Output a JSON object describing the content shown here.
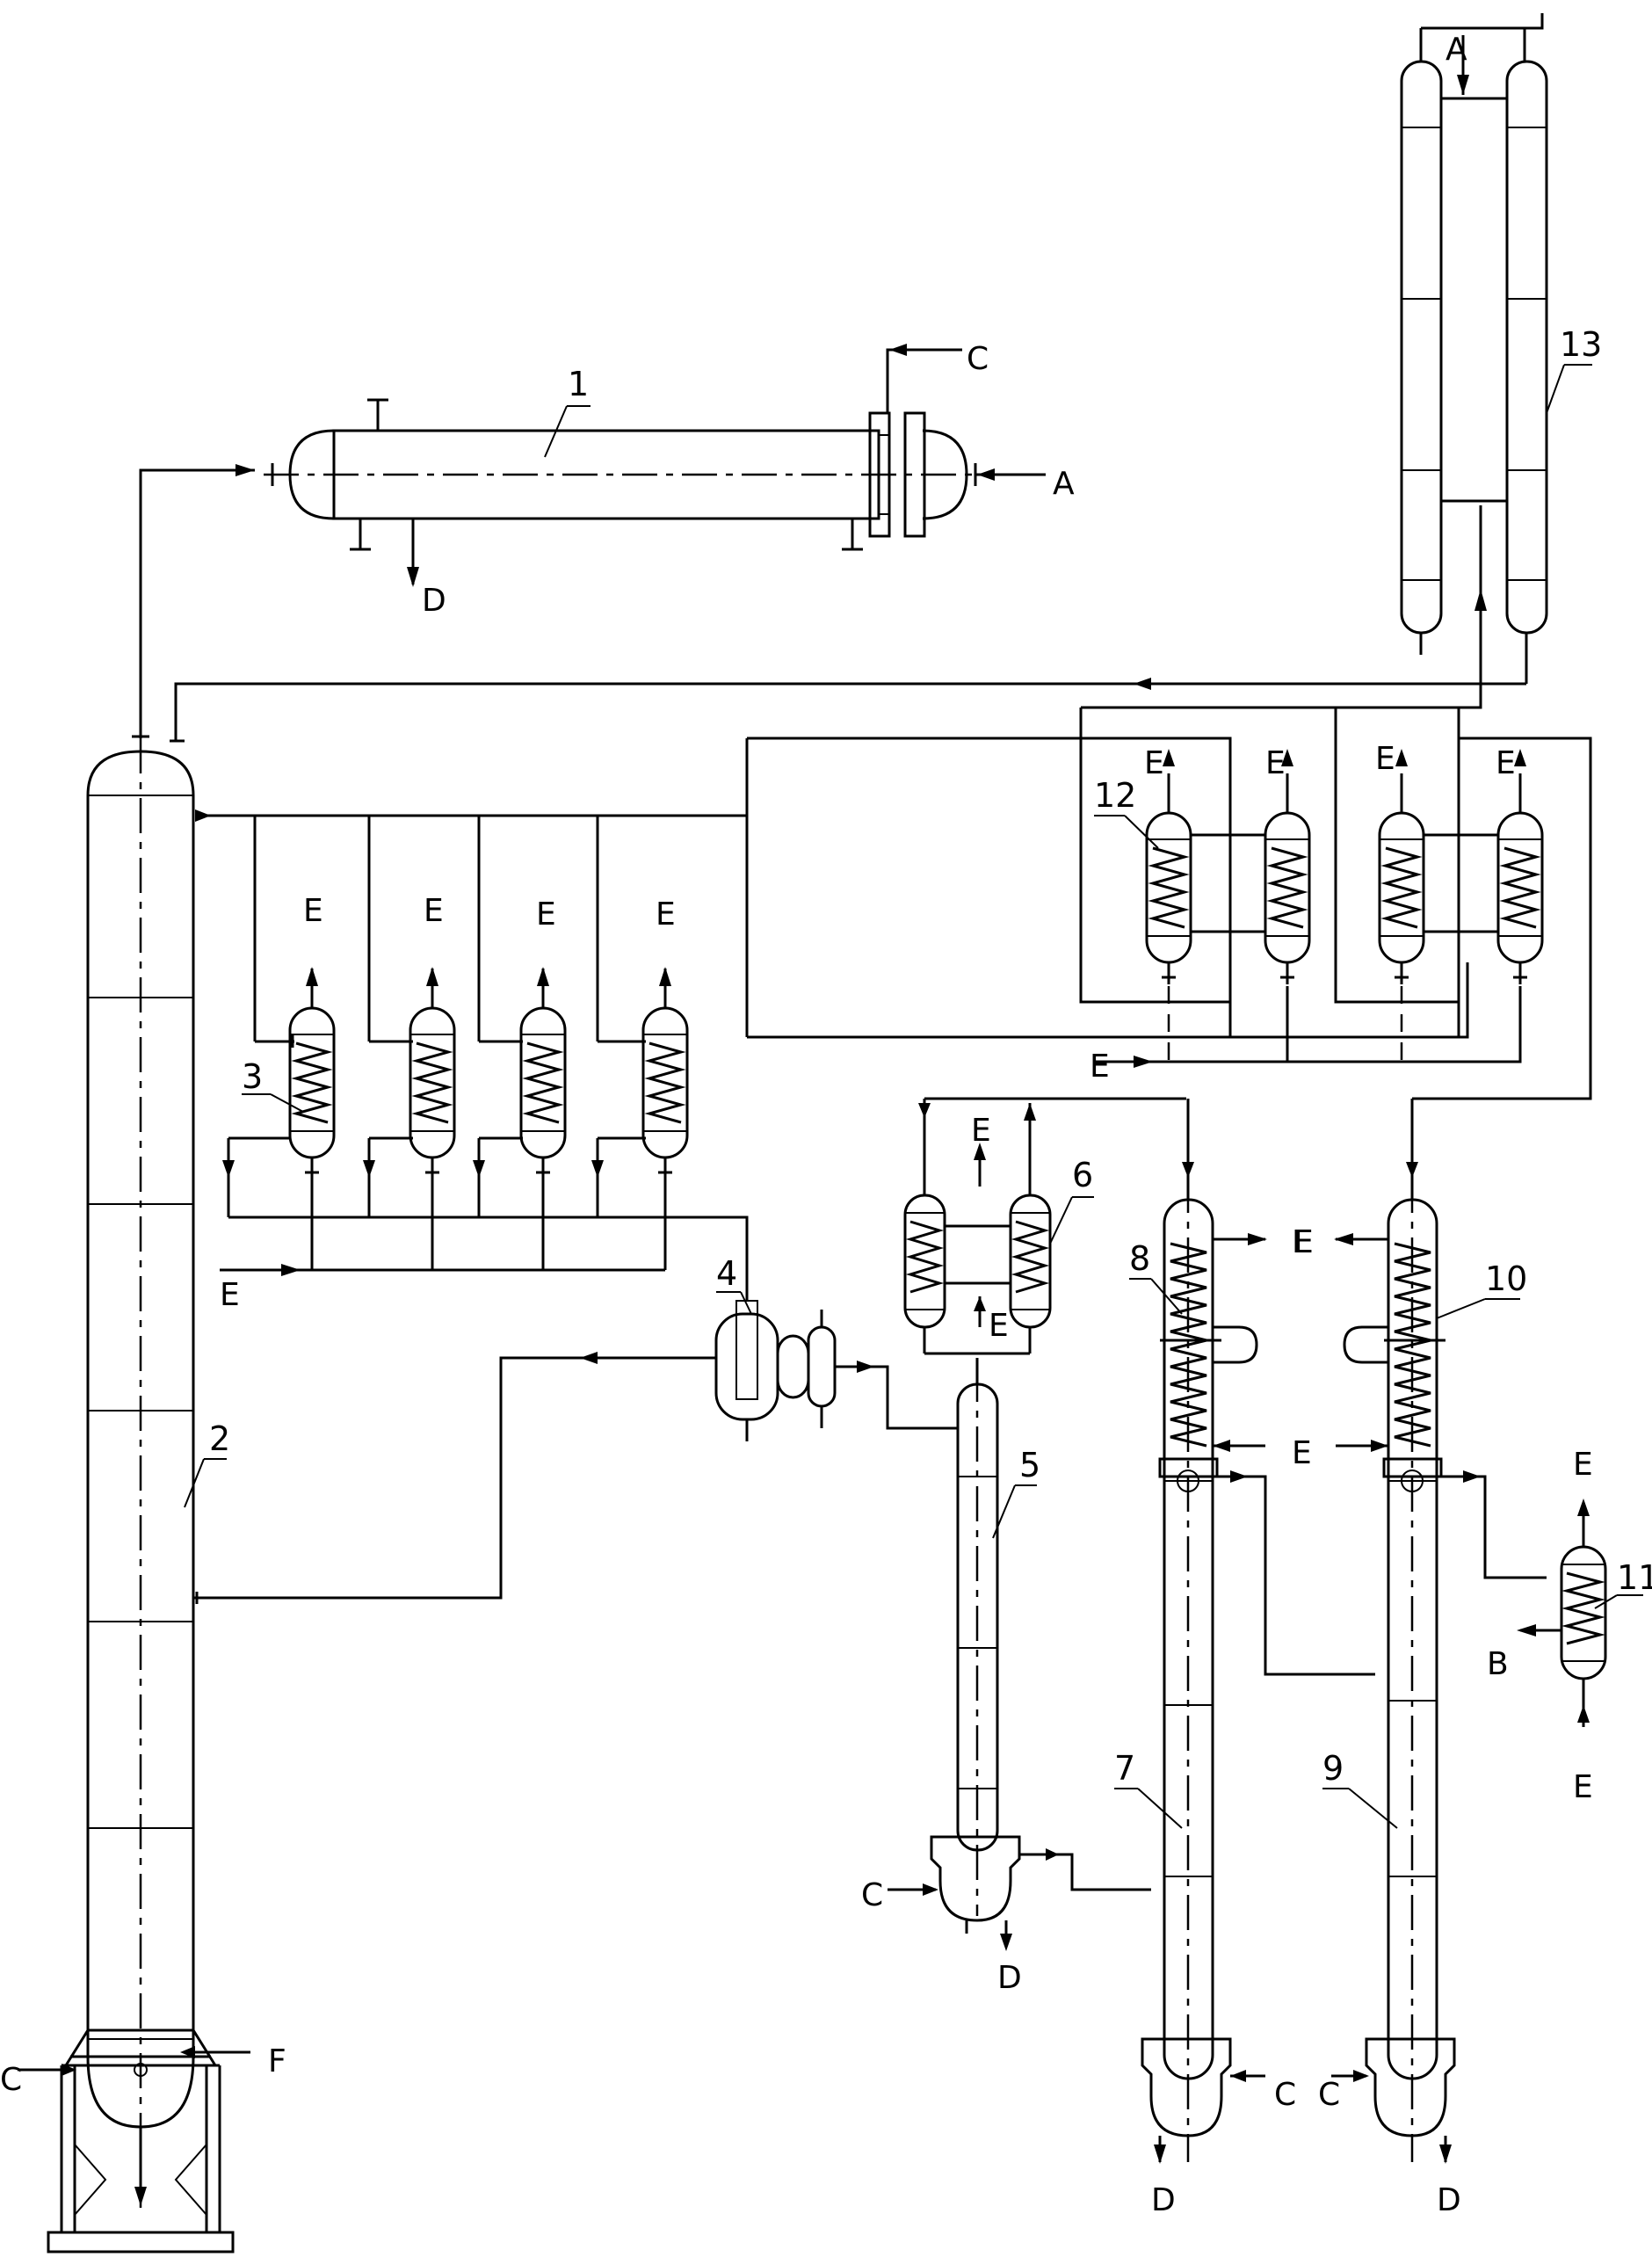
{
  "equipment_numbers": {
    "n1": "1",
    "n2": "2",
    "n3": "3",
    "n4": "4",
    "n5": "5",
    "n6": "6",
    "n7": "7",
    "n8": "8",
    "n9": "9",
    "n10": "10",
    "n11": "11",
    "n12": "12",
    "n13": "13"
  },
  "stream_labels": {
    "A": "A",
    "B": "B",
    "C": "C",
    "D": "D",
    "E": "E",
    "F": "F"
  }
}
